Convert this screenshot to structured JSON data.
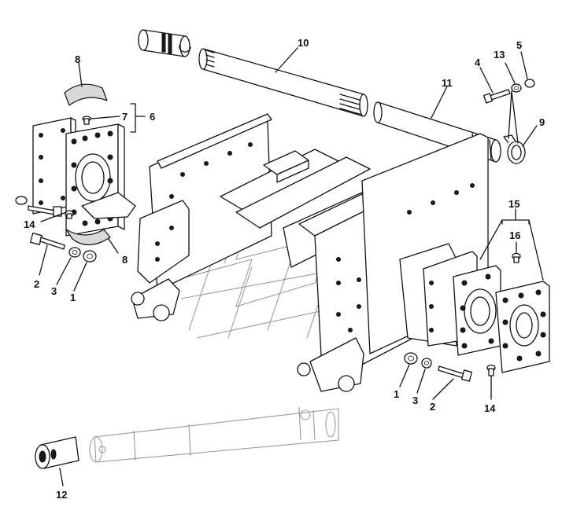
{
  "callouts": [
    {
      "id": "c-10",
      "label": "10"
    },
    {
      "id": "c-11",
      "label": "11"
    },
    {
      "id": "c-8a",
      "label": "8"
    },
    {
      "id": "c-7",
      "label": "7"
    },
    {
      "id": "c-6",
      "label": "6"
    },
    {
      "id": "c-14a",
      "label": "14"
    },
    {
      "id": "c-8b",
      "label": "8"
    },
    {
      "id": "c-2a",
      "label": "2"
    },
    {
      "id": "c-3a",
      "label": "3"
    },
    {
      "id": "c-1a",
      "label": "1"
    },
    {
      "id": "c-4",
      "label": "4"
    },
    {
      "id": "c-13",
      "label": "13"
    },
    {
      "id": "c-5",
      "label": "5"
    },
    {
      "id": "c-9",
      "label": "9"
    },
    {
      "id": "c-15",
      "label": "15"
    },
    {
      "id": "c-16",
      "label": "16"
    },
    {
      "id": "c-1b",
      "label": "1"
    },
    {
      "id": "c-3b",
      "label": "3"
    },
    {
      "id": "c-2b",
      "label": "2"
    },
    {
      "id": "c-14b",
      "label": "14"
    },
    {
      "id": "c-12",
      "label": "12"
    }
  ]
}
